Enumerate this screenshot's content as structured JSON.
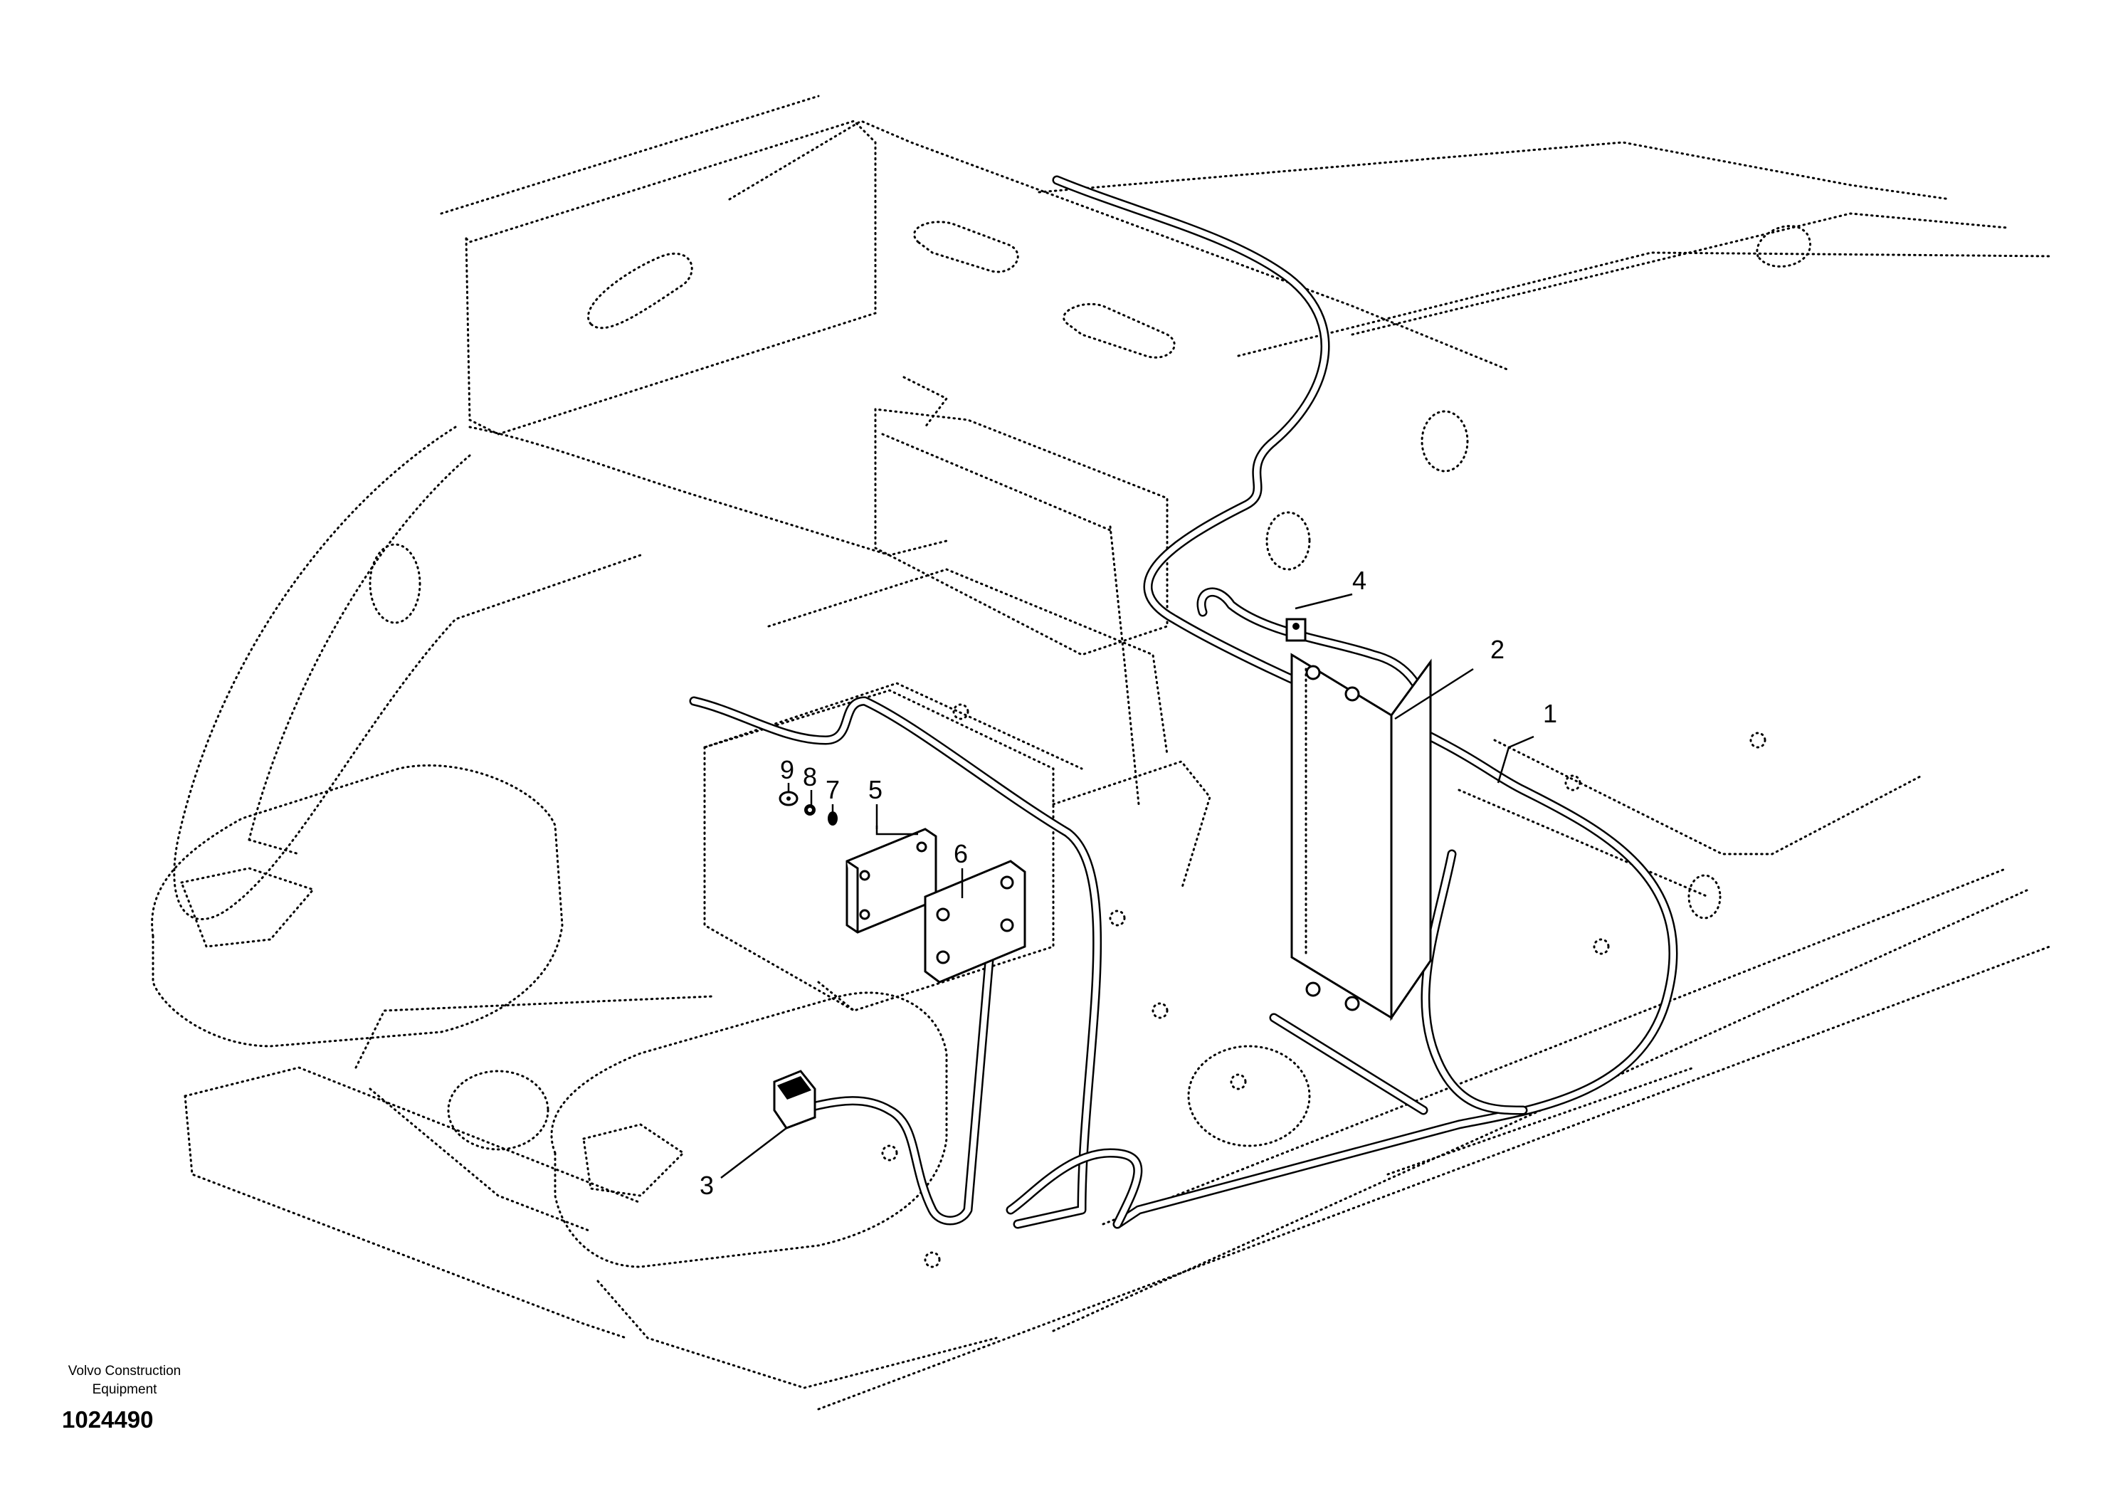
{
  "callouts": [
    {
      "id": "1",
      "label": "1"
    },
    {
      "id": "2",
      "label": "2"
    },
    {
      "id": "3",
      "label": "3"
    },
    {
      "id": "4",
      "label": "4"
    },
    {
      "id": "5",
      "label": "5"
    },
    {
      "id": "6",
      "label": "6"
    },
    {
      "id": "7",
      "label": "7"
    },
    {
      "id": "8",
      "label": "8"
    },
    {
      "id": "9",
      "label": "9"
    }
  ],
  "footer": {
    "company_line1": "Volvo Construction",
    "company_line2": "Equipment",
    "drawing_number": "1024490"
  }
}
